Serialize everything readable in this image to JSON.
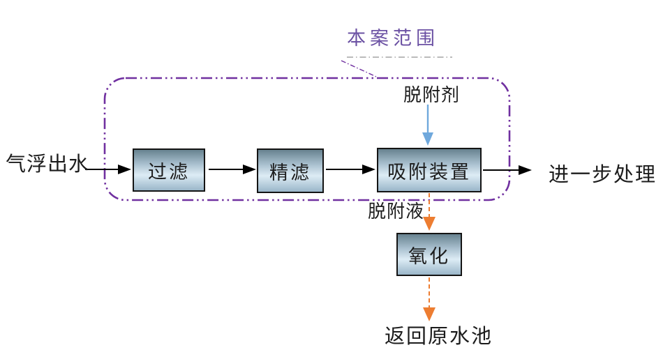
{
  "diagram": {
    "scope_label": "本案范围",
    "nodes": {
      "filter": "过滤",
      "fine_filter": "精滤",
      "adsorption": "吸附装置",
      "oxidation": "氧化"
    },
    "labels": {
      "input": "气浮出水",
      "desorbent": "脱附剂",
      "output": "进一步处理",
      "desorption_liquid": "脱附液",
      "return_flow": "返回原水池"
    },
    "flows": [
      {
        "from": "气浮出水",
        "to": "过滤",
        "style": "solid-black-arrow"
      },
      {
        "from": "过滤",
        "to": "精滤",
        "style": "solid-black-arrow"
      },
      {
        "from": "精滤",
        "to": "吸附装置",
        "style": "solid-black-arrow"
      },
      {
        "from": "吸附装置",
        "to": "进一步处理",
        "style": "solid-black-arrow"
      },
      {
        "from": "脱附剂",
        "to": "吸附装置",
        "style": "solid-blue-arrow"
      },
      {
        "from": "吸附装置",
        "to": "氧化",
        "style": "dashed-orange-arrow",
        "label": "脱附液"
      },
      {
        "from": "氧化",
        "to": "返回原水池",
        "style": "dashed-orange-arrow"
      }
    ],
    "colors": {
      "scope_boundary": "#7030A0",
      "scope_text": "#6B51A3",
      "flow_arrow": "#000000",
      "desorbent_arrow": "#6FA8DC",
      "desorption_arrow": "#ED7D31",
      "node_border": "#141414",
      "node_fill_light": "#DDECF5",
      "node_fill_dark": "#67828F"
    }
  }
}
